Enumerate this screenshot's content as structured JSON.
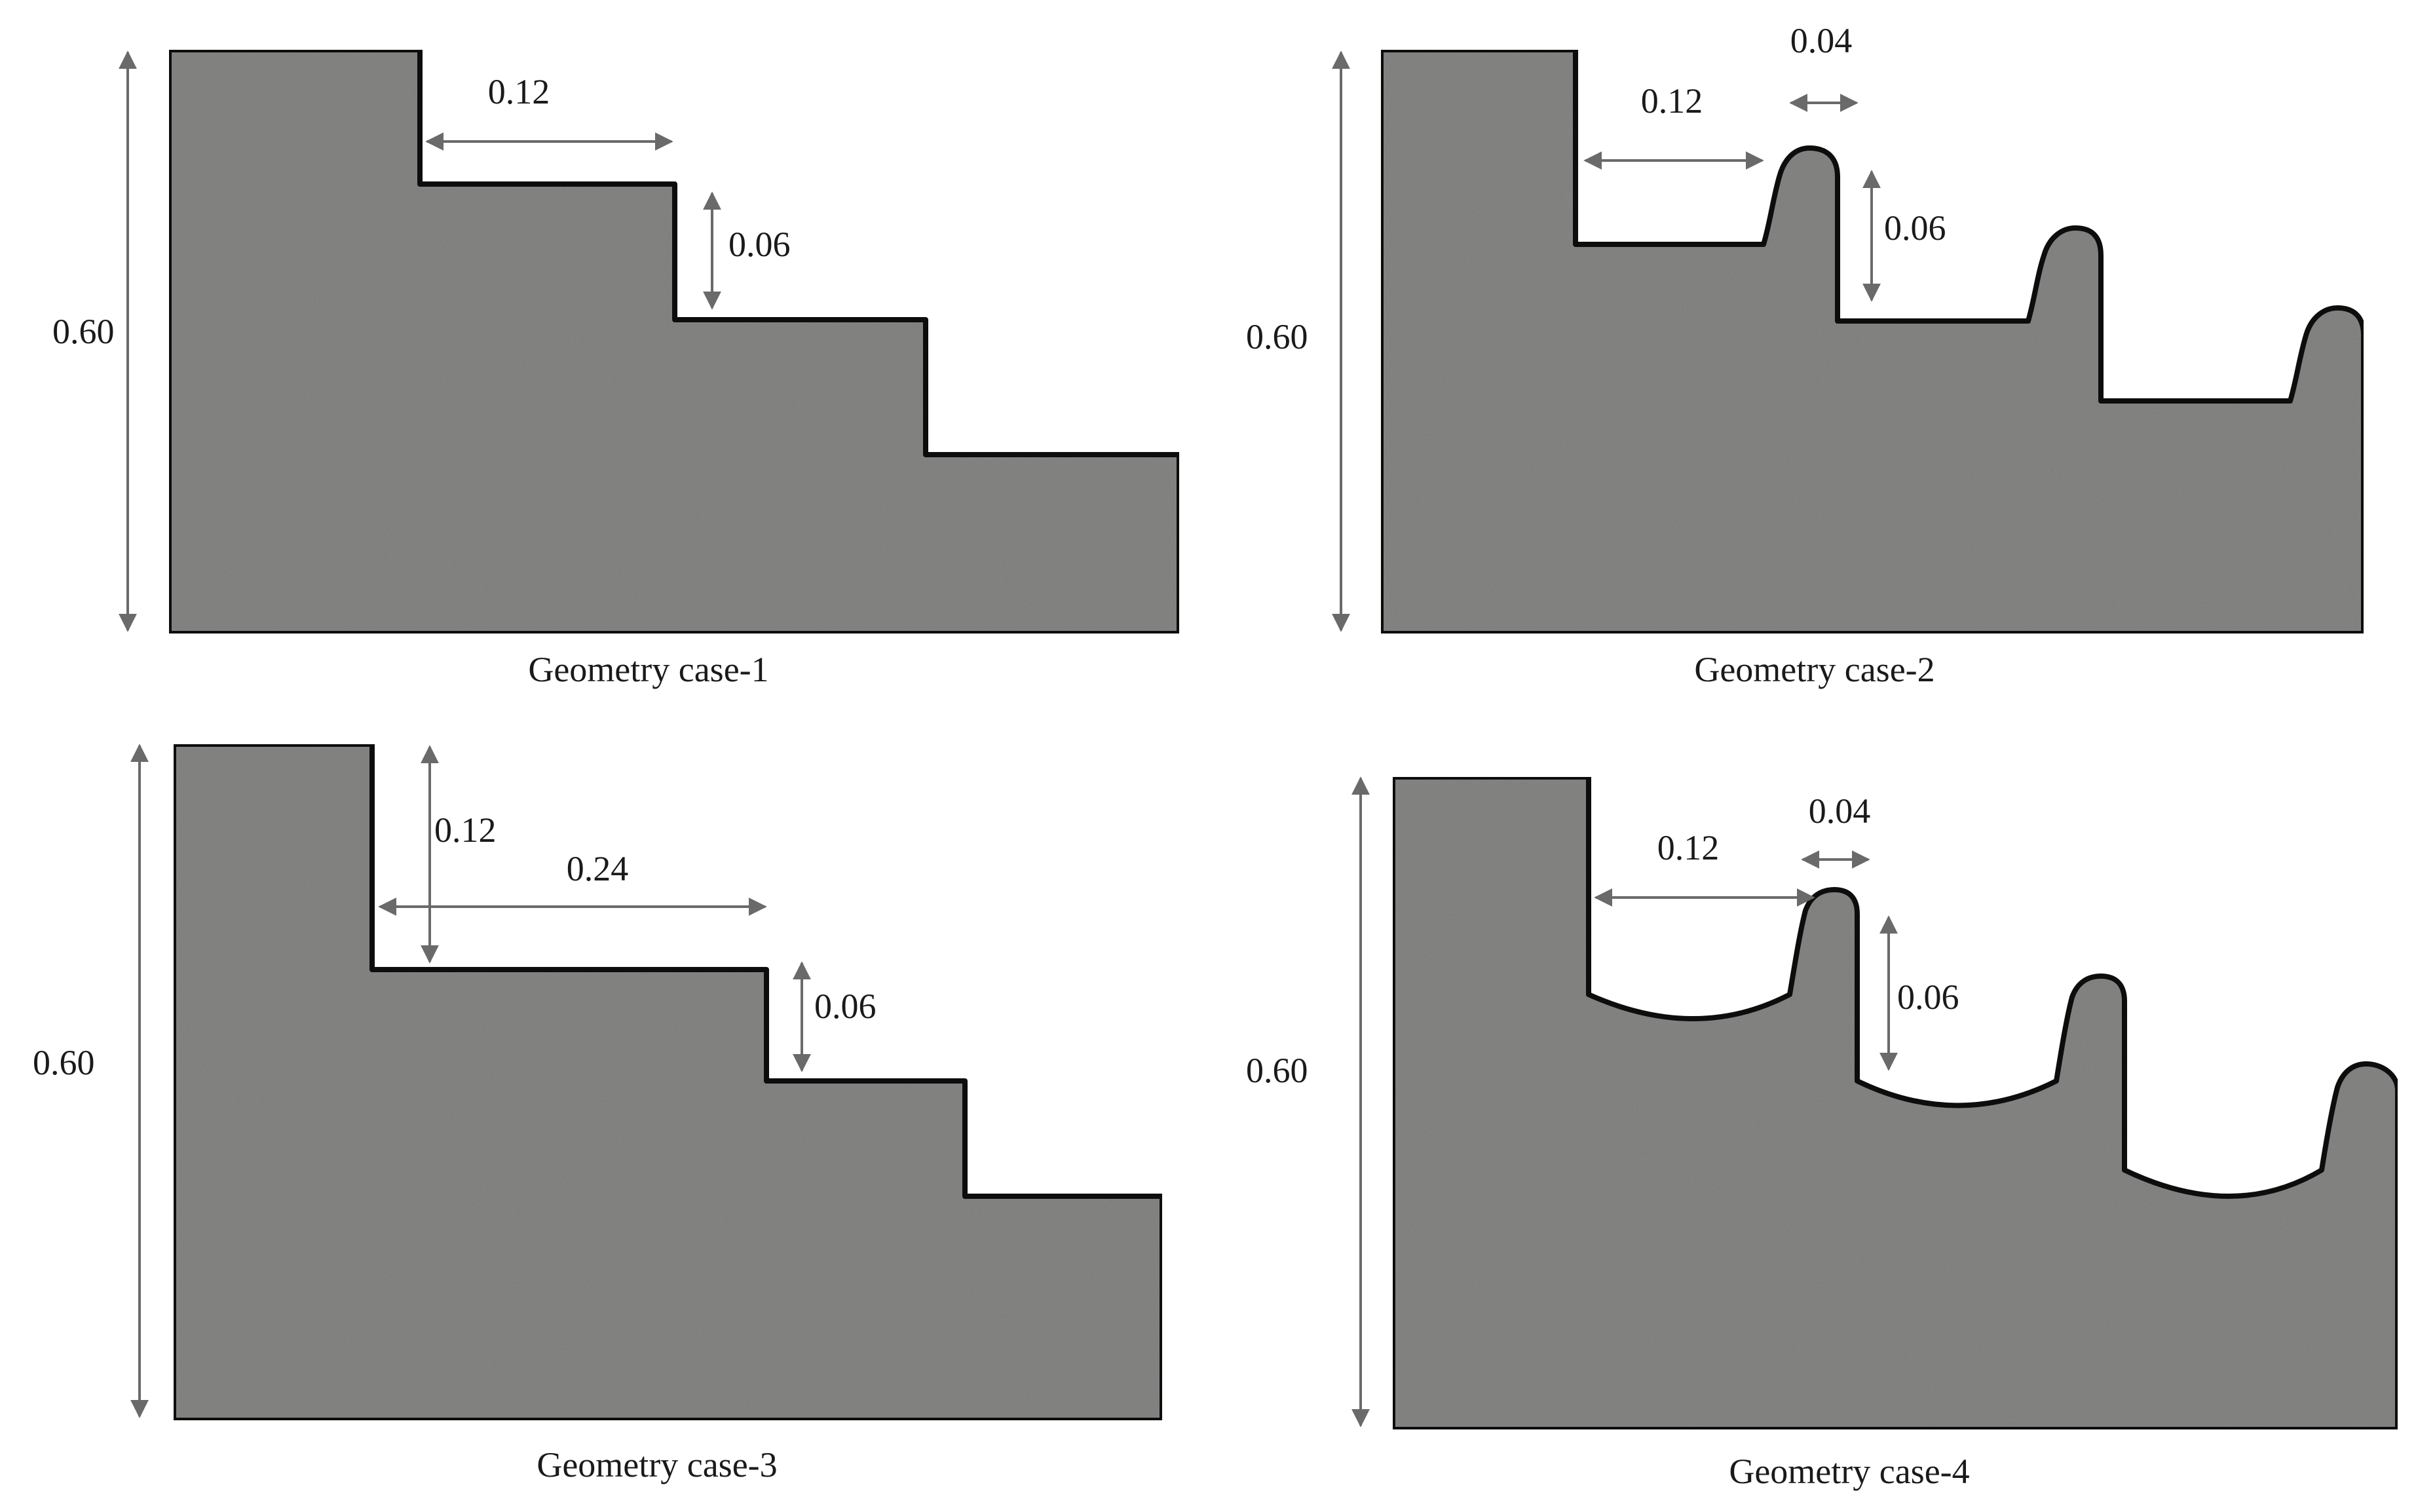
{
  "figure": {
    "panels": [
      {
        "caption": "Geometry case-1",
        "labels": {
          "height": "0.60",
          "step_width": "0.12",
          "step_height": "0.06"
        }
      },
      {
        "caption": "Geometry case-2",
        "labels": {
          "height": "0.60",
          "step_width": "0.12",
          "bump_width": "0.04",
          "step_height": "0.06"
        }
      },
      {
        "caption": "Geometry case-3",
        "labels": {
          "height": "0.60",
          "step_depth": "0.12",
          "step_width": "0.24",
          "step_height": "0.06"
        }
      },
      {
        "caption": "Geometry case-4",
        "labels": {
          "height": "0.60",
          "step_width": "0.12",
          "bump_width": "0.04",
          "step_height": "0.06"
        }
      }
    ],
    "colors": {
      "fill": "#8a8a88",
      "outline": "#111111",
      "dimension": "#6a6a6a",
      "text": "#1a1a1a"
    }
  }
}
